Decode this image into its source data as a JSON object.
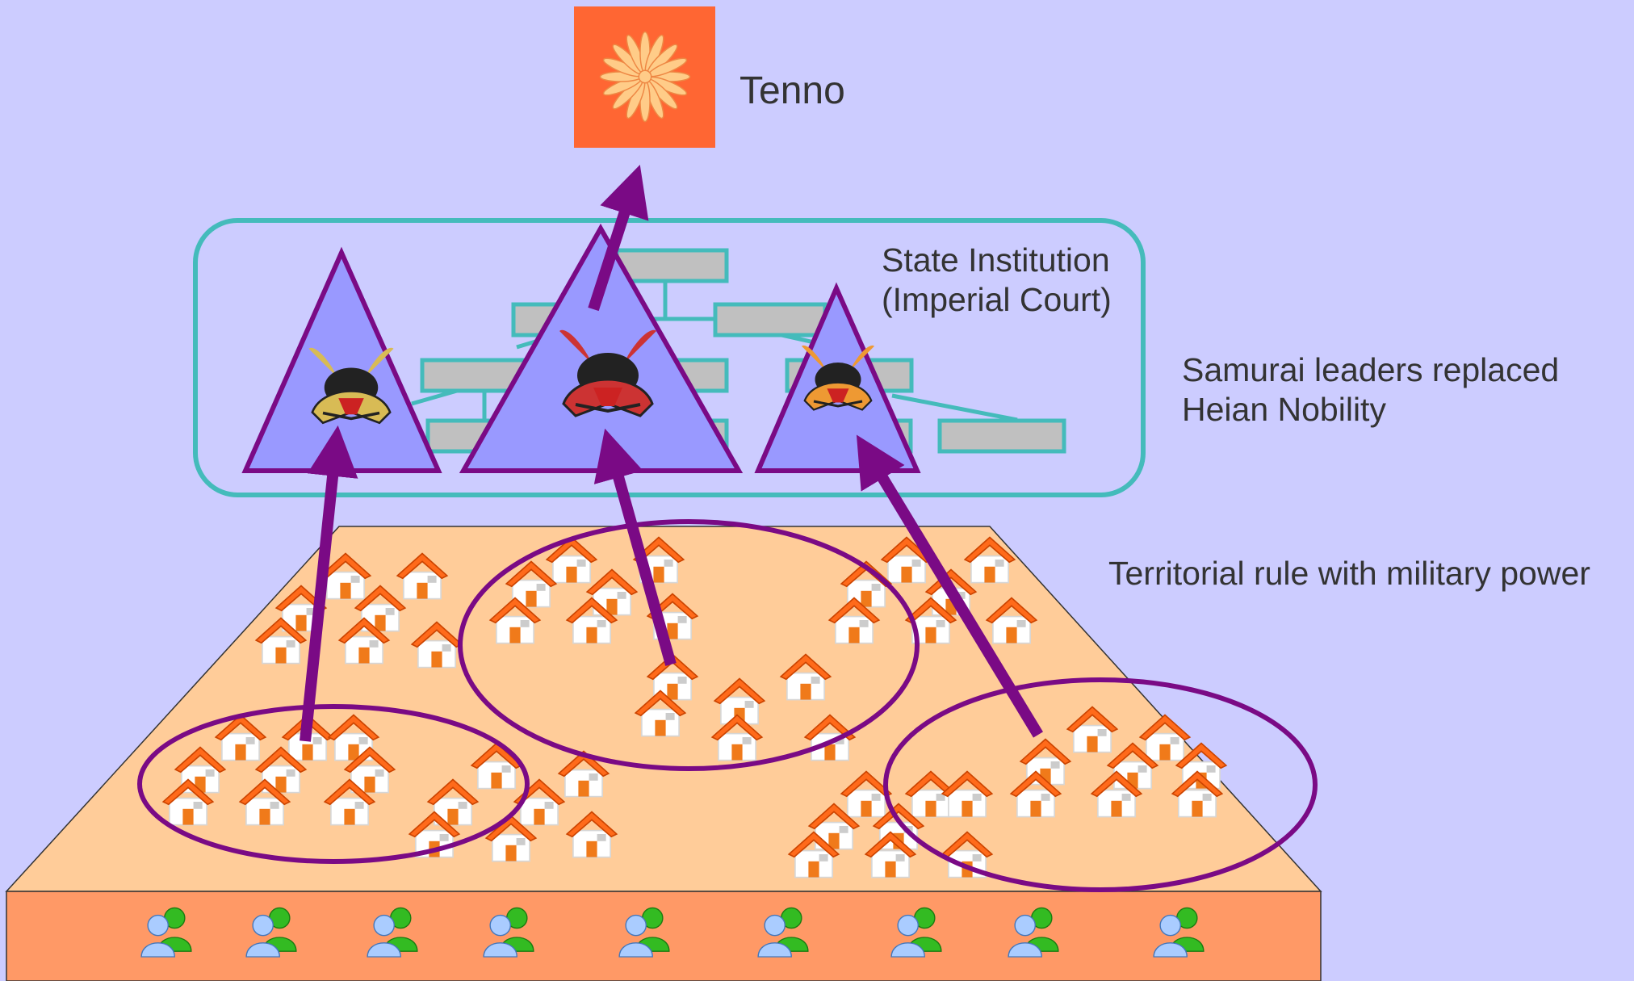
{
  "labels": {
    "tenno": "Tenno",
    "institution_line1": "State Institution",
    "institution_line2": "(Imperial Court)",
    "samurai_line1": "Samurai leaders replaced",
    "samurai_line2": "Heian Nobility",
    "territorial": "Territorial rule with military power"
  },
  "icons": {
    "emblem": "imperial-chrysanthemum-icon",
    "leader": "samurai-helmet-icon",
    "village": "house-icon",
    "people": "people-icon"
  },
  "colors": {
    "background": "#ccccff",
    "emblem_box": "#ff6633",
    "chrysanthemum": "#ffcc88",
    "institution_border": "#44bbbb",
    "org_box": "#c0c0c0",
    "triangle_fill": "#9999ff",
    "arrow": "#7a0a85",
    "land_top": "#ffcc99",
    "land_front": "#ff9966",
    "house_roof": "#ff6a1a",
    "house_wall": "#ffffff"
  }
}
